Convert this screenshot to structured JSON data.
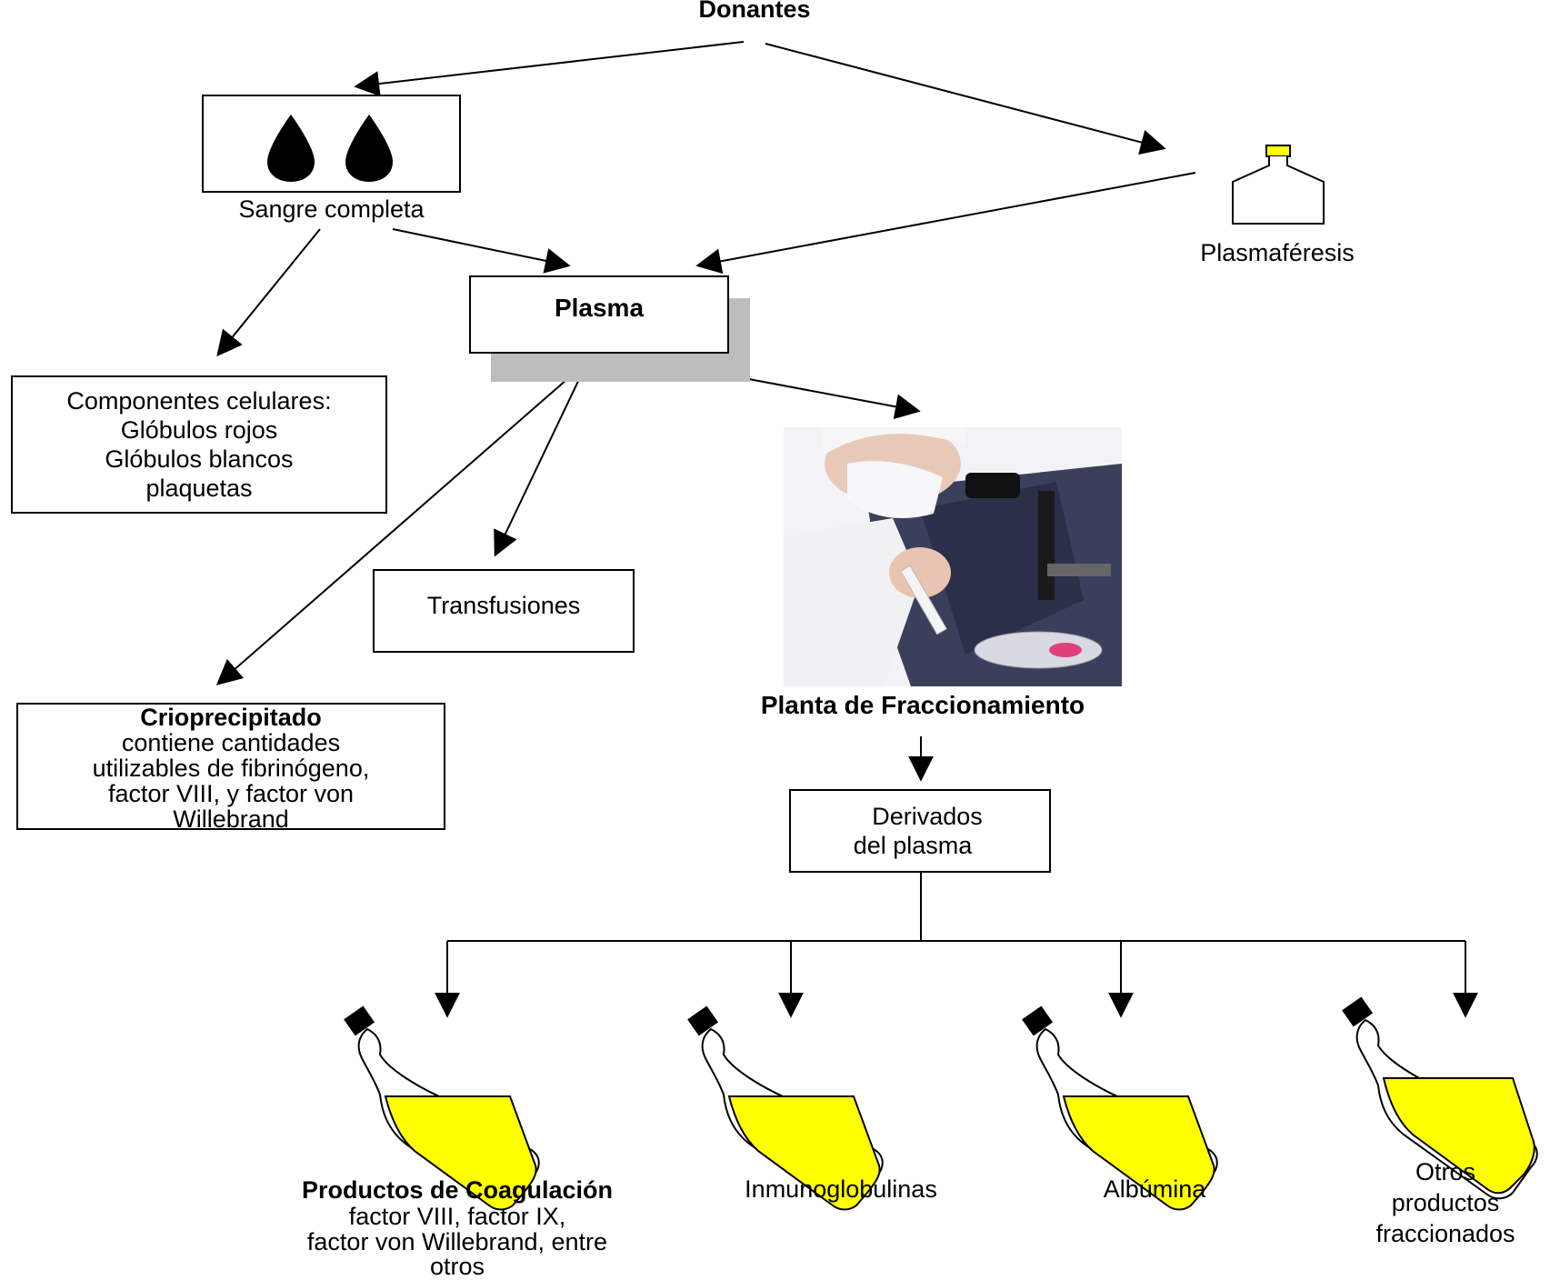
{
  "title": "Donantes",
  "nodes": {
    "sangre_completa": "Sangre completa",
    "plasmaferesis": "Plasmaféresis",
    "plasma": "Plasma",
    "componentes": [
      "Componentes celulares:",
      "Glóbulos rojos",
      "Glóbulos blancos",
      "plaquetas"
    ],
    "transfusiones": "Transfusiones",
    "crioprecipitado": {
      "title": "Crioprecipitado",
      "lines": [
        "contiene cantidades",
        "utilizables de fibrinógeno,",
        "factor VIII, y factor von",
        "Willebrand"
      ]
    },
    "planta": "Planta de Fraccionamiento",
    "derivados": [
      "Derivados",
      "del plasma"
    ]
  },
  "products": {
    "coagulacion": {
      "title": "Productos de Coagulación",
      "lines": [
        "factor VIII, factor IX,",
        "factor von Willebrand, entre",
        "otros"
      ]
    },
    "inmunoglobulinas": "Inmunoglobulinas",
    "albumina": "Albúmina",
    "otros": [
      "Otros",
      "productos",
      "fraccionados"
    ]
  },
  "colors": {
    "liquid": "#ffff00",
    "shadow": "#bdbdbd",
    "line": "#000000"
  }
}
